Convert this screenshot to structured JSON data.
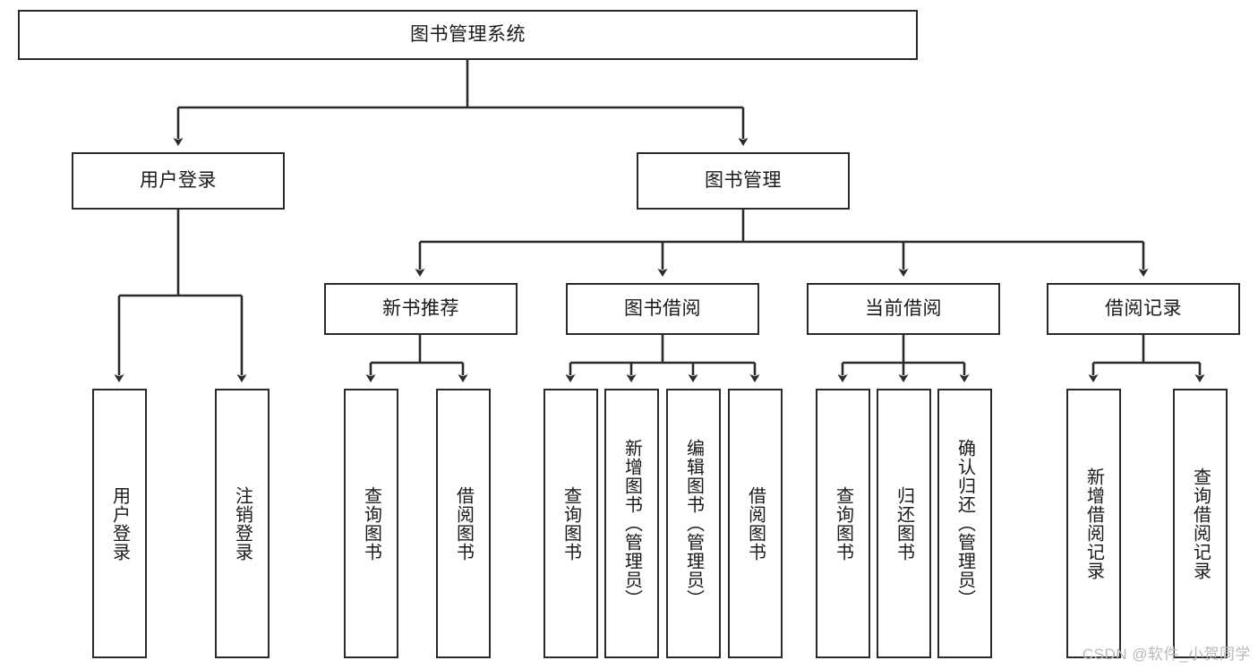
{
  "diagram": {
    "title": "图书管理系统",
    "type": "tree",
    "watermark": "CSDN @软件_小贺同学",
    "colors": {
      "border": "#2b2b2b",
      "fill": "#ffffff",
      "text": "#1a1a1a",
      "edge": "#2b2b2b",
      "watermark": "#b9b9b9"
    },
    "root": {
      "label": "图书管理系统"
    },
    "level2": [
      {
        "label": "用户登录"
      },
      {
        "label": "图书管理"
      }
    ],
    "level3": [
      {
        "label": "新书推荐"
      },
      {
        "label": "图书借阅"
      },
      {
        "label": "当前借阅"
      },
      {
        "label": "借阅记录"
      }
    ],
    "leaves": {
      "user_login": [
        {
          "label": "用户登录"
        },
        {
          "label": "注销登录"
        }
      ],
      "new_book_recommend": [
        {
          "label": "查询图书"
        },
        {
          "label": "借阅图书"
        }
      ],
      "book_borrow": [
        {
          "label": "查询图书"
        },
        {
          "label": "新增图书（管理员）"
        },
        {
          "label": "编辑图书（管理员）"
        },
        {
          "label": "借阅图书"
        }
      ],
      "current_borrow": [
        {
          "label": "查询图书"
        },
        {
          "label": "归还图书"
        },
        {
          "label": "确认归还（管理员）"
        }
      ],
      "borrow_record": [
        {
          "label": "新增借阅记录"
        },
        {
          "label": "查询借阅记录"
        }
      ]
    }
  }
}
